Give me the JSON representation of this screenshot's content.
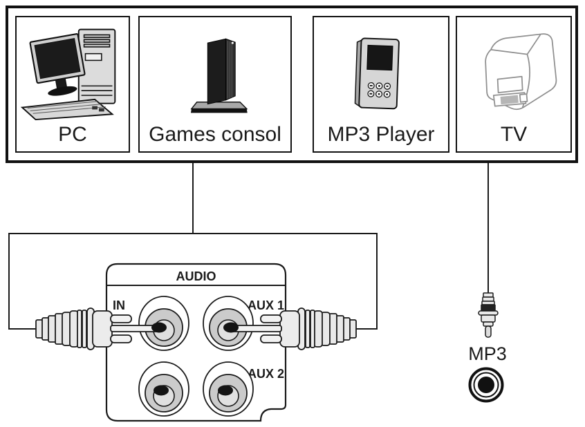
{
  "devices": [
    {
      "id": "pc",
      "label": "PC"
    },
    {
      "id": "games-console",
      "label": "Games consol"
    },
    {
      "id": "mp3-player",
      "label": "MP3 Player"
    },
    {
      "id": "tv",
      "label": "TV"
    }
  ],
  "audio_panel": {
    "title": "AUDIO",
    "inputs": {
      "in": "IN",
      "aux1": "AUX 1",
      "aux2": "AUX 2"
    }
  },
  "mp3_connector_label": "MP3",
  "colors": {
    "outline": "#1a1a1a",
    "tv_outline": "#8f8f8f",
    "jack_disc": "#cbcbcb",
    "jack_center": "#e0e0e0",
    "plug_body": "#e9e9e9",
    "screen": "#1b1b1b",
    "background": "#ffffff"
  }
}
